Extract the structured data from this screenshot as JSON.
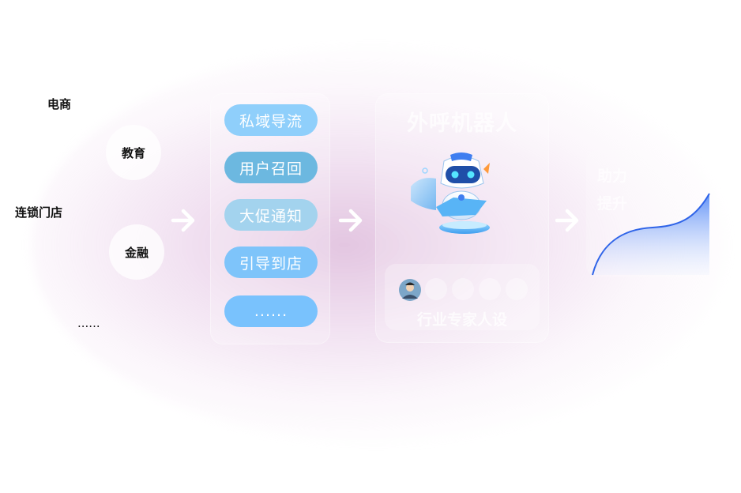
{
  "industries": {
    "ecommerce": "电商",
    "education": "教育",
    "chain_store": "连锁门店",
    "finance": "金融",
    "more": "......"
  },
  "scenarios": [
    {
      "label": "私域导流",
      "color": "#8fcffb"
    },
    {
      "label": "用户召回",
      "color": "#6cb8e0"
    },
    {
      "label": "大促通知",
      "color": "#a3d3ee"
    },
    {
      "label": "引导到店",
      "color": "#7ec4fa"
    },
    {
      "label": "......",
      "color": "#79c2fd"
    }
  ],
  "robot": {
    "title": "外呼机器人",
    "persona_label": "行业专家人设"
  },
  "results": {
    "line1": "助力",
    "line2": "提升"
  },
  "colors": {
    "curve": "#2f64e8",
    "arrow": "#ffffff"
  }
}
